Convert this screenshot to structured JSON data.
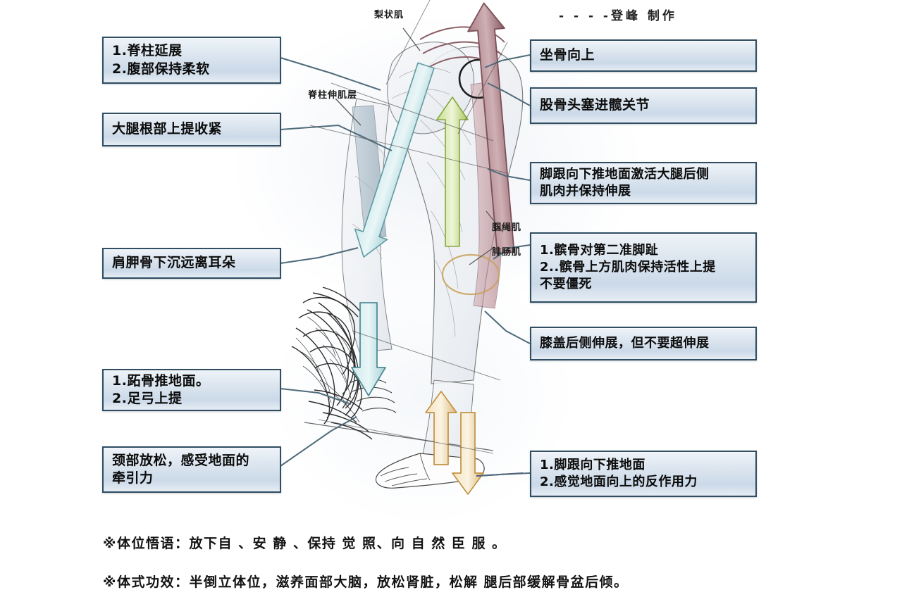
{
  "credit": {
    "text": "- - - -登峰  制作"
  },
  "anatomy_labels": [
    {
      "name": "piriformis",
      "text": "梨状肌"
    },
    {
      "name": "spinal-extensor",
      "text": "脊柱伸肌层"
    },
    {
      "name": "hamstring",
      "text": "腘绳肌"
    },
    {
      "name": "gastrocnemius",
      "text": "腓肠肌"
    }
  ],
  "left_boxes": [
    {
      "name": "spine-extension",
      "lines": [
        "1.脊柱延展",
        "2.腹部保持柔软"
      ]
    },
    {
      "name": "thigh-root",
      "lines": [
        "大腿根部上提收紧"
      ]
    },
    {
      "name": "scapula-down",
      "lines": [
        "肩胛骨下沉远离耳朵"
      ]
    },
    {
      "name": "metatarsal-push",
      "lines": [
        "1.跖骨推地面。",
        "2.足弓上提"
      ]
    },
    {
      "name": "neck-relax",
      "lines": [
        "颈部放松，感受地面的",
        "牵引力"
      ]
    }
  ],
  "right_boxes": [
    {
      "name": "sit-bones-up",
      "lines": [
        "坐骨向上"
      ]
    },
    {
      "name": "femur-head",
      "lines": [
        "股骨头塞进髋关节"
      ]
    },
    {
      "name": "heel-push-floor",
      "lines": [
        "脚跟向下推地面激活大腿后侧",
        "肌肉并保持伸展"
      ]
    },
    {
      "name": "patella-align",
      "lines": [
        "1.髌骨对第二准脚趾",
        "2..髌骨上方肌肉保持活性上提",
        "不要僵死"
      ]
    },
    {
      "name": "knee-back",
      "lines": [
        "膝盖后侧伸展，但不要超伸展"
      ]
    },
    {
      "name": "heel-reaction",
      "lines": [
        "1.脚跟向下推地面",
        "2.感觉地面向上的反作用力"
      ]
    }
  ],
  "notes": [
    {
      "name": "pose-motto",
      "text": "※体位悟语：放下自 、安 静 、保持 觉 照、向 自 然  臣 服 。"
    },
    {
      "name": "pose-benefit",
      "text": "※体式功效：半倒立体位，滋养面部大脑，放松肾脏，松解 腿后部缓解骨盆后倾。"
    }
  ],
  "colors": {
    "box_border": "#2f4d63",
    "box_fill_top": "#eef3f8",
    "box_fill_mid": "#cbd9e8",
    "arrow_cyan": "#8fc9cf",
    "arrow_green": "#9fc44a",
    "arrow_maroon": "#8d5f67",
    "arrow_gold": "#d6a95a",
    "leader_line": "#4f6b7a",
    "sketch_ink": "#2b2b2b"
  }
}
